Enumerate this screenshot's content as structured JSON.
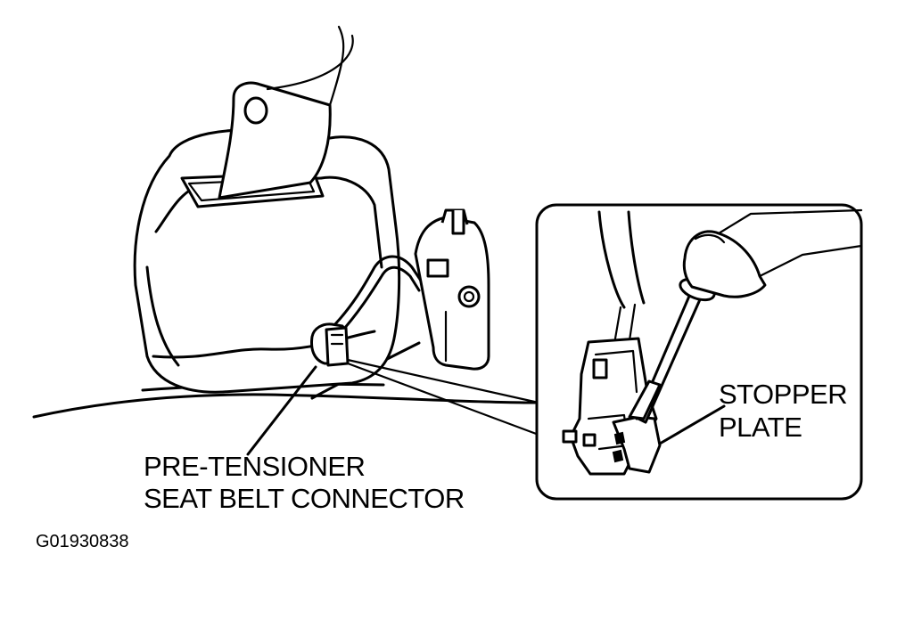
{
  "labels": {
    "pretensioner_line1": "PRE-TENSIONER",
    "pretensioner_line2": "SEAT BELT CONNECTOR",
    "stopper_line1": "STOPPER",
    "stopper_line2": "PLATE",
    "figure_id": "G01930838"
  }
}
